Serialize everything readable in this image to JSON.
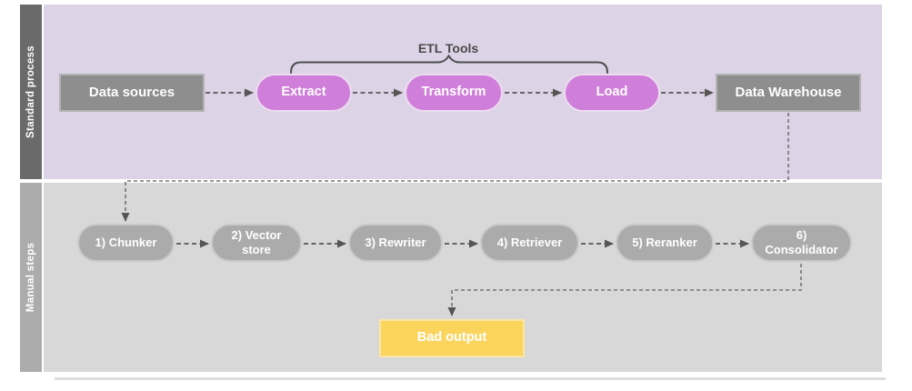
{
  "lanes": {
    "standard": {
      "label": "Standard process"
    },
    "manual": {
      "label": "Manual steps"
    }
  },
  "etl_group_label": "ETL Tools",
  "nodes": {
    "data_sources": "Data sources",
    "extract": "Extract",
    "transform": "Transform",
    "load": "Load",
    "data_warehouse": "Data Warehouse",
    "chunker": "1) Chunker",
    "vector_store": "2) Vector store",
    "rewriter": "3) Rewriter",
    "retriever": "4) Retriever",
    "reranker": "5) Reranker",
    "consolidator": "6) Consolidator",
    "bad_output": "Bad output"
  },
  "colors": {
    "standard_lane_bg": "#dcd4e6",
    "standard_lane_label_bg": "#6a6a6a",
    "manual_lane_bg": "#d8d8d8",
    "manual_lane_label_bg": "#acacac",
    "gray_node": "#8e8e8e",
    "etl_tool_node": "#cf7ed9",
    "manual_step_node": "#ababab",
    "bad_output_node": "#fbd45e",
    "arrow": "#555555",
    "connector": "#757575"
  }
}
